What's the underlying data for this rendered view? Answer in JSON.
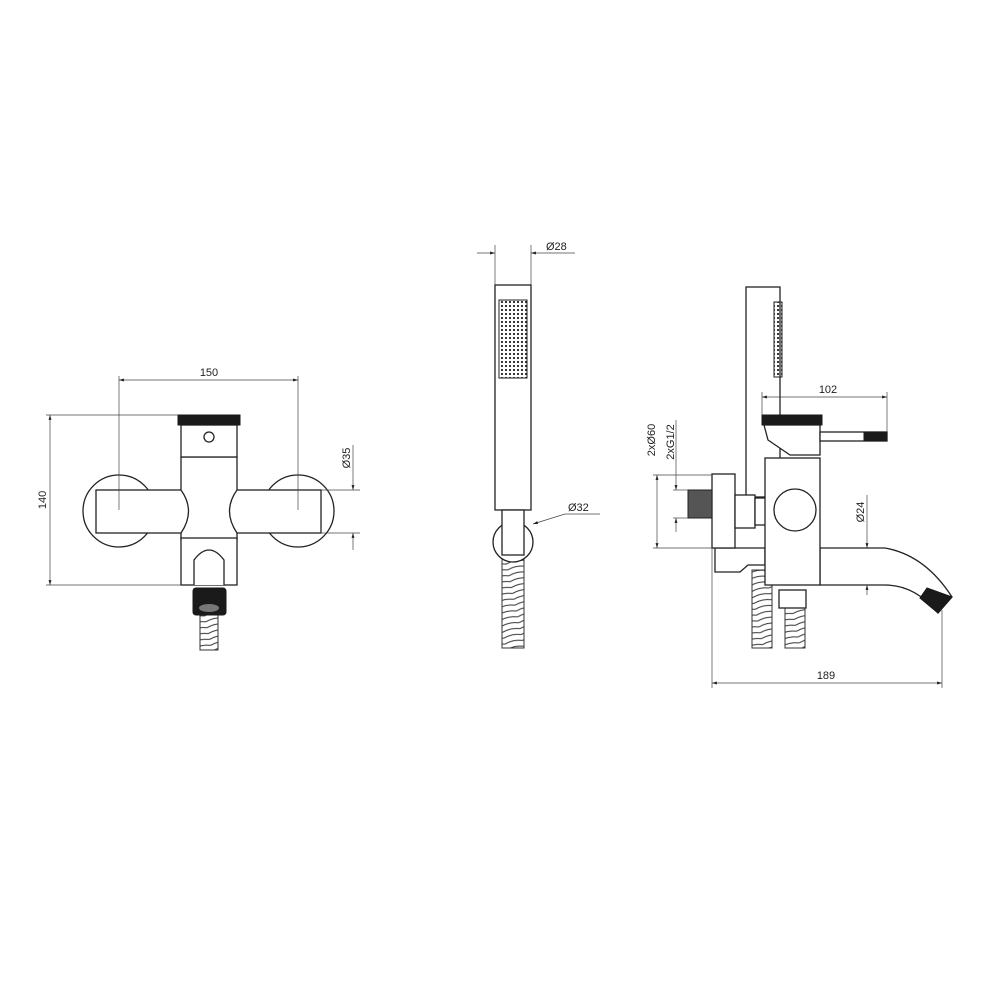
{
  "front_view": {
    "width_label": "150",
    "height_label": "140",
    "rosette_label": "Ø35"
  },
  "hand_shower": {
    "head_label": "Ø28",
    "holder_label": "Ø32"
  },
  "side_view": {
    "lever_label": "102",
    "flange_label": "2xØ60",
    "thread_label": "2xG1/2",
    "spout_label": "Ø24",
    "depth_label": "189"
  }
}
